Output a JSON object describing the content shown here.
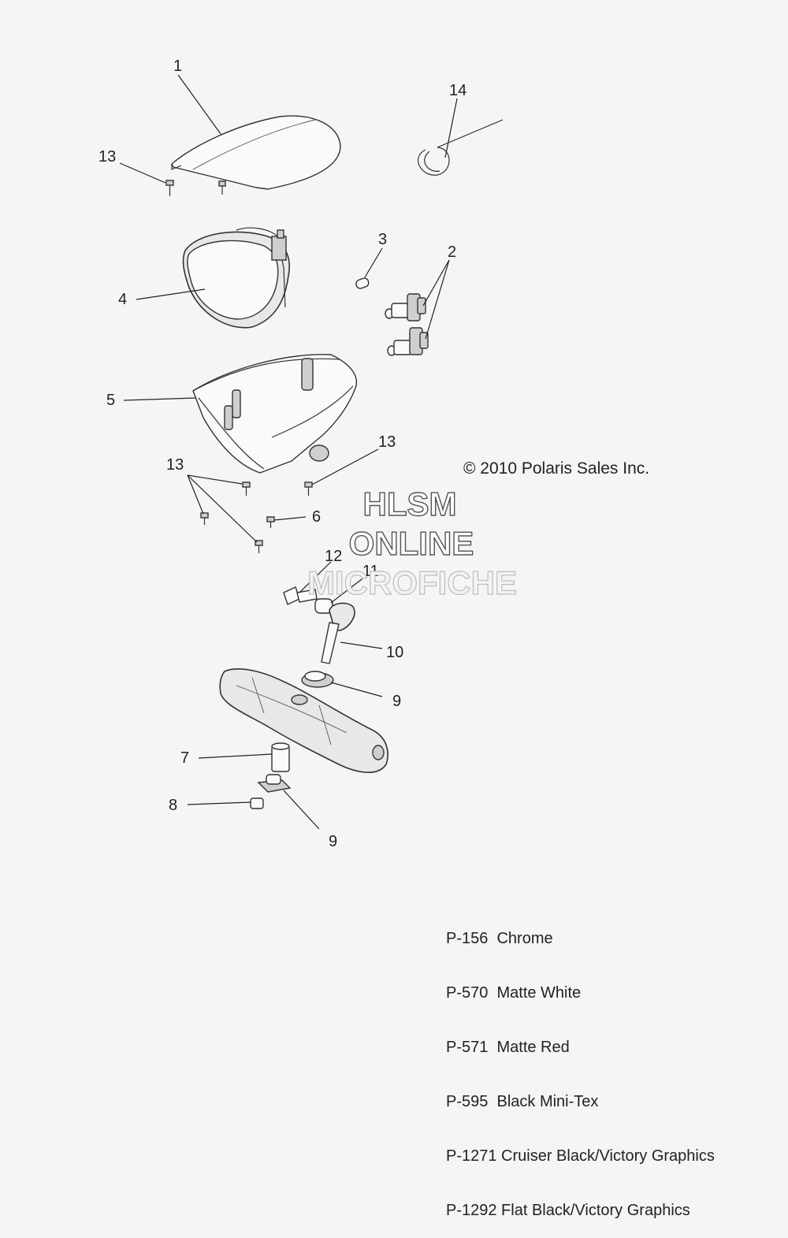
{
  "callouts": {
    "c1": "1",
    "c2": "2",
    "c3": "3",
    "c4": "4",
    "c5": "5",
    "c6": "6",
    "c7": "7",
    "c8": "8",
    "c9a": "9",
    "c9b": "9",
    "c10": "10",
    "c11": "11",
    "c12": "12",
    "c13a": "13",
    "c13b": "13",
    "c13c": "13",
    "c14": "14"
  },
  "copyright": "© 2010 Polaris Sales Inc.",
  "watermark": {
    "line1": "HLSM",
    "line2": "ONLINE",
    "line3": "MICROFICHE"
  },
  "legend": [
    "P-156  Chrome",
    "P-570  Matte White",
    "P-571  Matte Red",
    "P-595  Black Mini-Tex",
    "P-1271 Cruiser Black/Victory Graphics",
    "P-1292 Flat Black/Victory Graphics"
  ]
}
